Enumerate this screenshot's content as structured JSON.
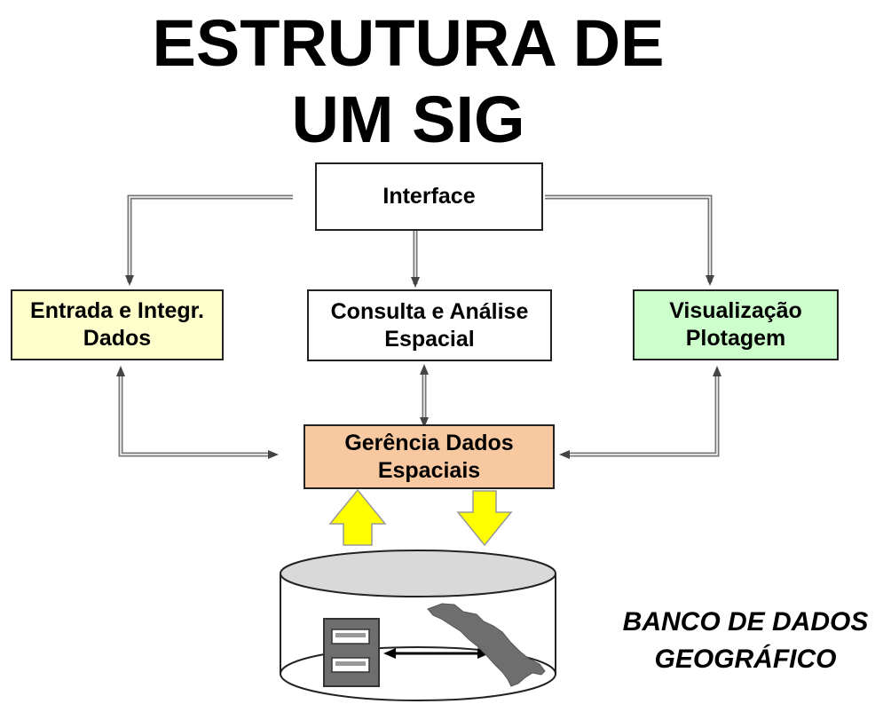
{
  "title": {
    "line1": "ESTRUTURA DE",
    "line2": "UM SIG"
  },
  "boxes": {
    "interface": {
      "line1": "Interface",
      "fill": "#ffffff"
    },
    "entrada": {
      "line1": "Entrada e Integr.",
      "line2": "Dados",
      "fill": "#ffffcc"
    },
    "consulta": {
      "line1": "Consulta e Análise",
      "line2": "Espacial",
      "fill": "#ffffff"
    },
    "visualizacao": {
      "line1": "Visualização",
      "line2": "Plotagem",
      "fill": "#ccffcc"
    },
    "gerencia": {
      "line1": "Gerência Dados",
      "line2": "Espaciais",
      "fill": "#f8c9a0"
    }
  },
  "database": {
    "line1": "BANCO DE DADOS",
    "line2": "GEOGRÁFICO"
  },
  "colors": {
    "arrow_yellow": "#ffff00",
    "cylinder_top": "#d9d9d9",
    "map_gray": "#6e6e6e"
  }
}
